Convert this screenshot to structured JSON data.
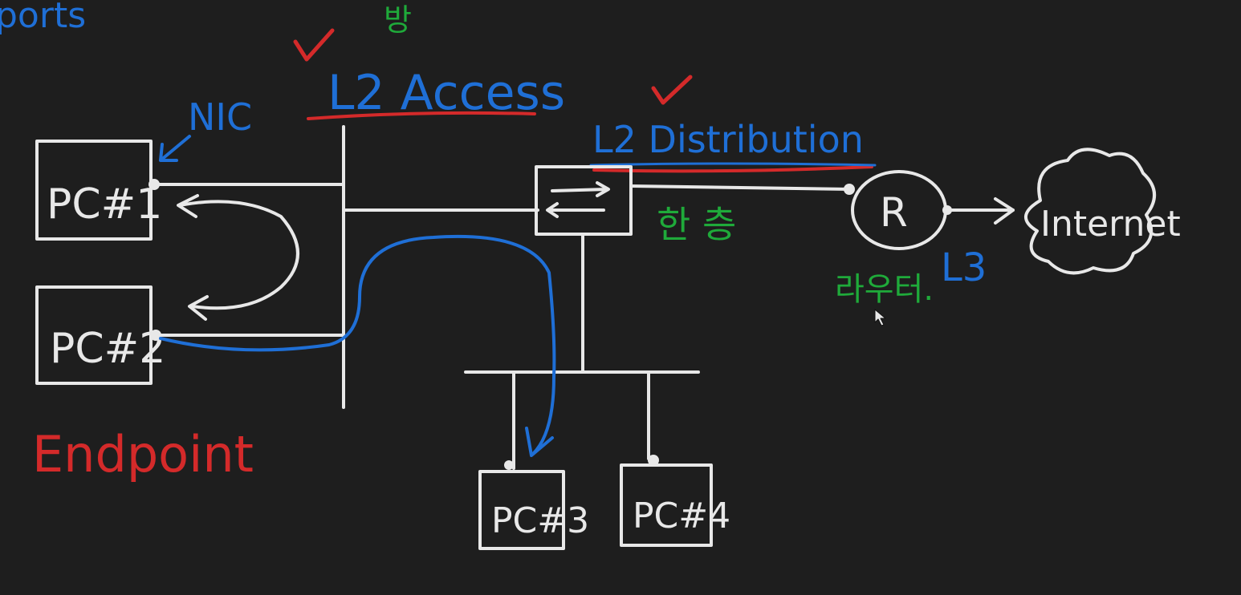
{
  "labels": {
    "top_left": "ports",
    "top_green": "방",
    "l2_access": "L2 Access",
    "nic": "NIC",
    "l2_distribution": "L2 Distribution",
    "one_layer": "한 층",
    "router": "R",
    "l3": "L3",
    "router_note": "라우터.",
    "internet": "Internet",
    "endpoint": "Endpoint"
  },
  "pcs": [
    {
      "label": "PC#1"
    },
    {
      "label": "PC#2"
    },
    {
      "label": "PC#3"
    },
    {
      "label": "PC#4"
    }
  ],
  "colors": {
    "background": "#1e1e1e",
    "chalk_white": "#e8e8e8",
    "blue": "#1f6fd6",
    "red": "#d42a2a",
    "green": "#1faa3a"
  }
}
